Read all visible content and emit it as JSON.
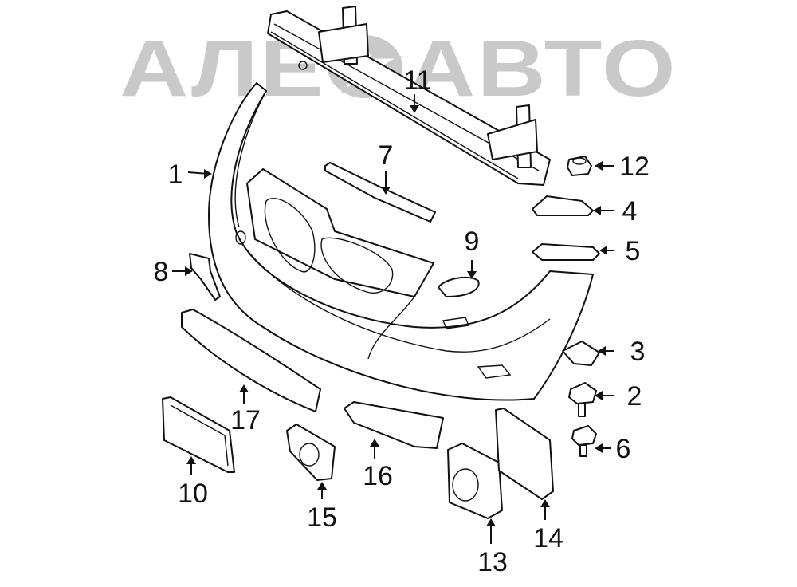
{
  "watermark": {
    "text": "АЛЕ✪АВТО",
    "color": "#c9c9c9"
  },
  "callouts": [
    {
      "id": "1",
      "part": "bumper-cover"
    },
    {
      "id": "2",
      "part": "bolt"
    },
    {
      "id": "3",
      "part": "clip-nut"
    },
    {
      "id": "4",
      "part": "bracket-upper"
    },
    {
      "id": "5",
      "part": "bracket-lower"
    },
    {
      "id": "6",
      "part": "screw"
    },
    {
      "id": "7",
      "part": "seal-strip"
    },
    {
      "id": "8",
      "part": "side-bracket"
    },
    {
      "id": "9",
      "part": "washer-cap"
    },
    {
      "id": "10",
      "part": "license-plate-bracket"
    },
    {
      "id": "11",
      "part": "reinforcement-bar"
    },
    {
      "id": "12",
      "part": "nut"
    },
    {
      "id": "13",
      "part": "sensor-unit"
    },
    {
      "id": "14",
      "part": "sensor-bracket"
    },
    {
      "id": "15",
      "part": "fog-lamp-bezel"
    },
    {
      "id": "16",
      "part": "side-grille"
    },
    {
      "id": "17",
      "part": "center-grille"
    }
  ]
}
